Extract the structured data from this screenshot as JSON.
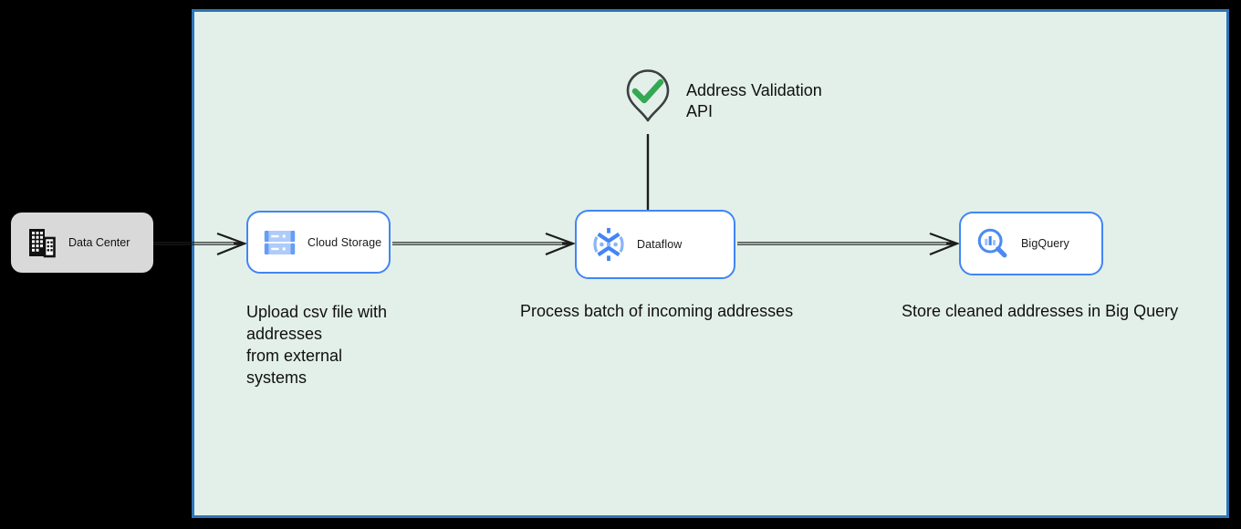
{
  "region": {
    "fill": "#e3f0e9",
    "border": "#2e74b8"
  },
  "nodes": {
    "data_center": {
      "label": "Data Center",
      "fill": "#d9d9d9",
      "icon": "building-icon"
    },
    "cloud_storage": {
      "label": "Cloud Storage",
      "icon": "cloud-storage-icon"
    },
    "dataflow": {
      "label": "Dataflow",
      "icon": "dataflow-icon"
    },
    "bigquery": {
      "label": "BigQuery",
      "icon": "bigquery-icon"
    }
  },
  "annotations": {
    "address_validation": {
      "label": "Address Validation\nAPI",
      "icon": "map-pin-check-icon",
      "check_color": "#34a853",
      "pin_outline": "#3c4043"
    },
    "captions": {
      "cloud_storage": "Upload csv file with\naddresses\nfrom external\nsystems",
      "dataflow": "Process batch of incoming addresses",
      "bigquery": "Store cleaned addresses in Big Query"
    }
  },
  "colors": {
    "node_border": "#4285f4",
    "arrow": "#1c1c1c",
    "google_blue": "#4285f4",
    "light_blue": "#aecbfa",
    "datacenter_fill": "#d9d9d9"
  }
}
